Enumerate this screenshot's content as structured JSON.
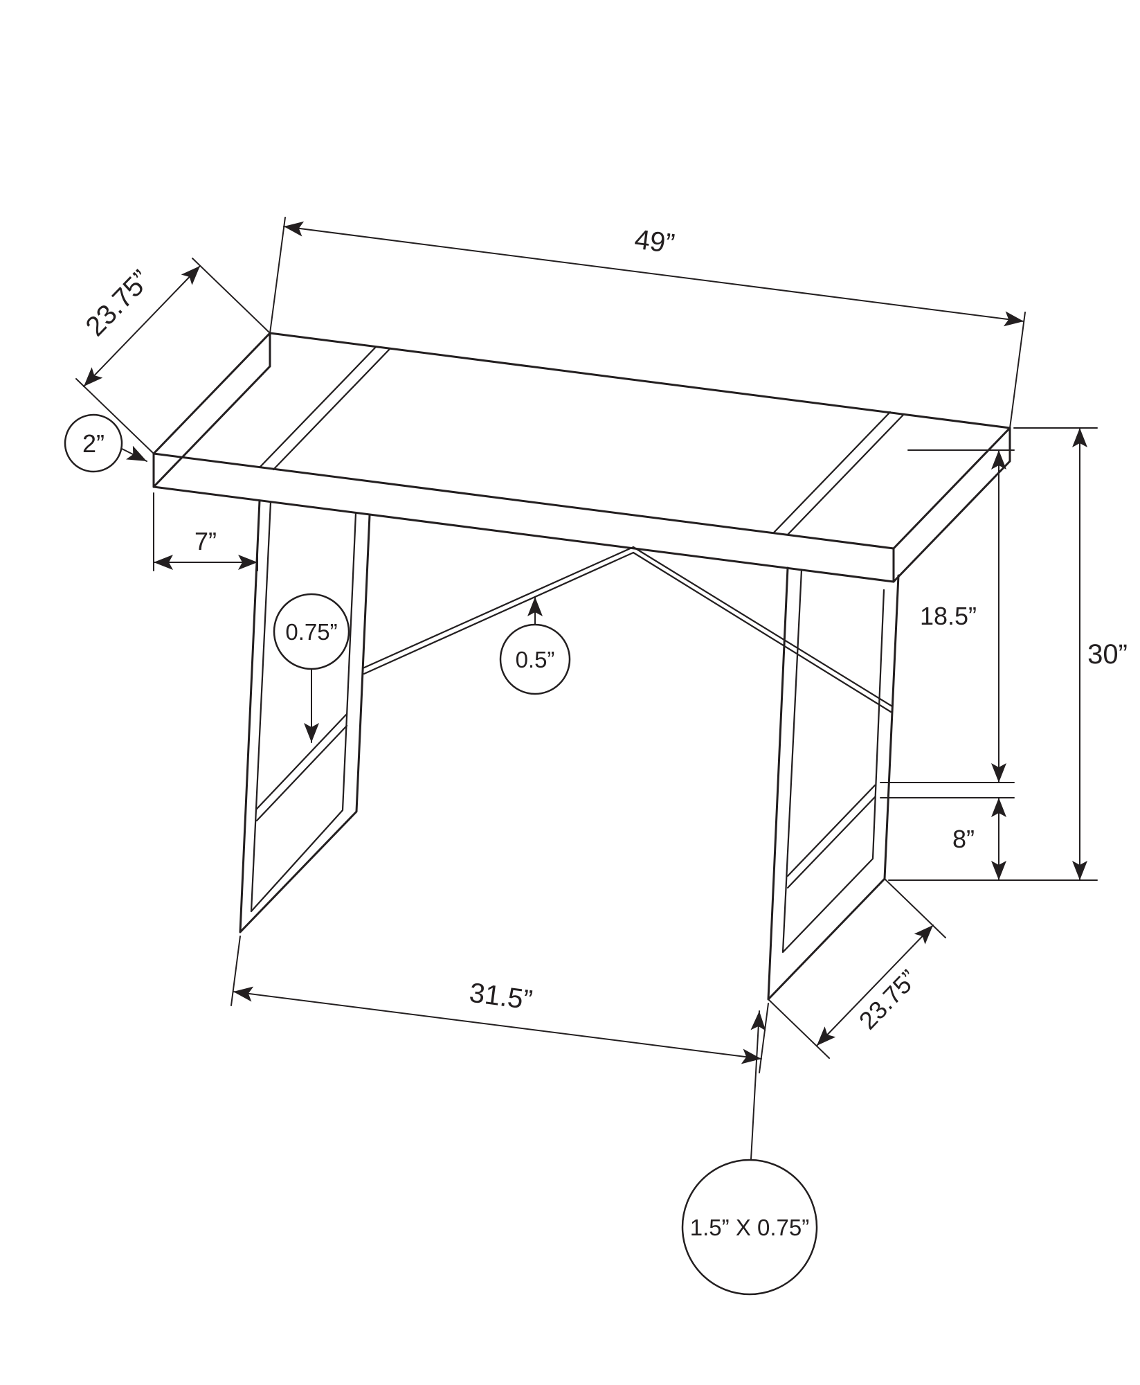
{
  "diagram": {
    "kind": "furniture-dimension-line-drawing",
    "subject": "computer desk with metal sled legs, shelf rails and V cross-brace",
    "background_color": "#ffffff",
    "line_color": "#231f20"
  },
  "dims": {
    "top_length": "49”",
    "top_depth": "23.75”",
    "top_thickness": "2”",
    "overhang": "7”",
    "frame_tube": "0.75”",
    "brace": "0.5”",
    "top_to_shelf": "18.5”",
    "height": "30”",
    "shelf_to_floor": "8”",
    "foot_span": "31.5”",
    "foot_depth": "23.75”",
    "tube_size": "1.5” X 0.75”"
  }
}
